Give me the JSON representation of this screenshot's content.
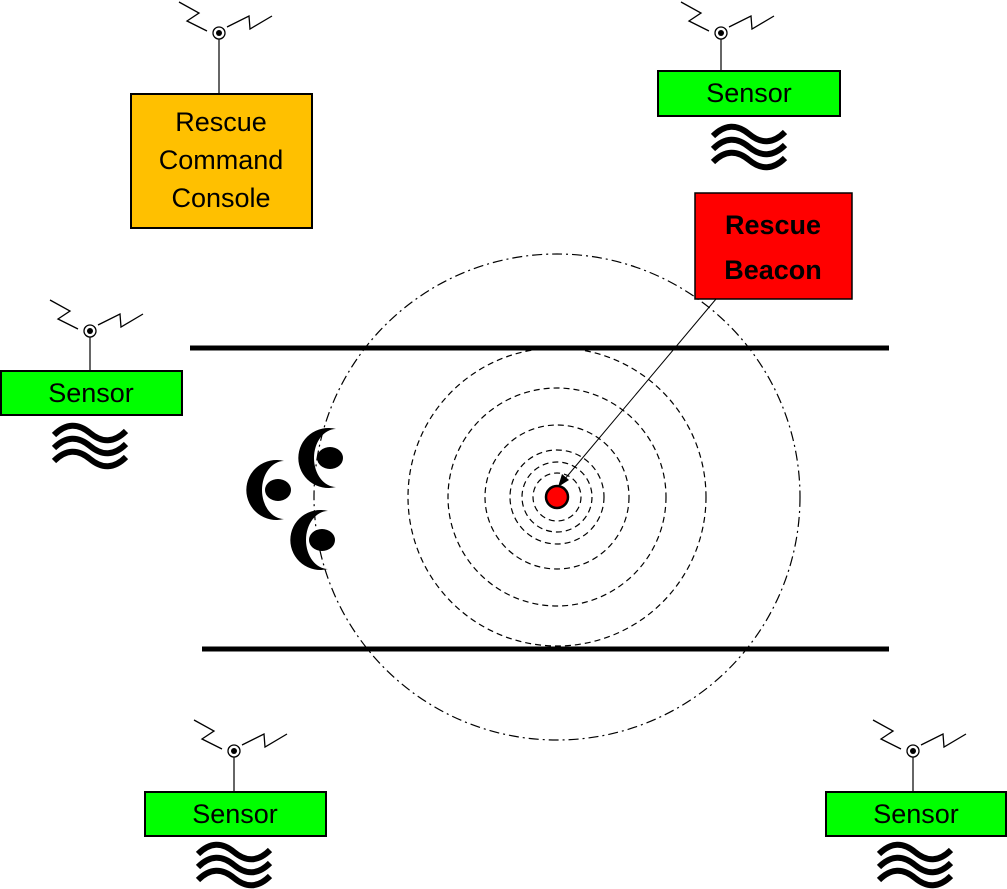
{
  "console": {
    "line1": "Rescue",
    "line2": "Command",
    "line3": "Console"
  },
  "beacon": {
    "line1": "Rescue",
    "line2": "Beacon"
  },
  "sensors": [
    {
      "label": "Sensor"
    },
    {
      "label": "Sensor"
    },
    {
      "label": "Sensor"
    },
    {
      "label": "Sensor"
    }
  ],
  "colors": {
    "console": "#FFC000",
    "sensor": "#00FF00",
    "beacon": "#FF0000"
  }
}
